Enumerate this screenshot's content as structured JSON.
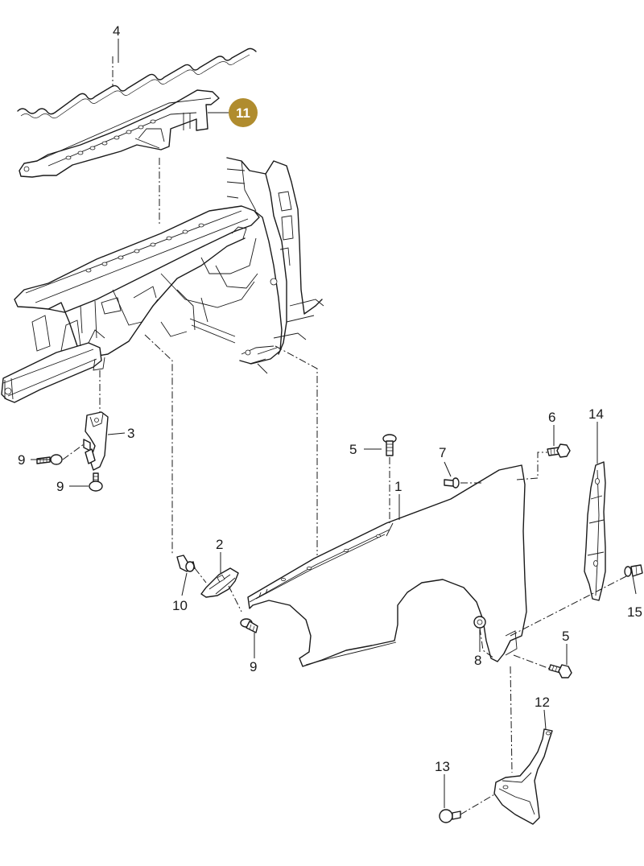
{
  "callouts": {
    "c1": "1",
    "c2": "2",
    "c3": "3",
    "c4": "4",
    "c5a": "5",
    "c5b": "5",
    "c6": "6",
    "c7": "7",
    "c8": "8",
    "c9a": "9",
    "c9b": "9",
    "c9c": "9",
    "c10": "10",
    "c11": "11",
    "c12": "12",
    "c13": "13",
    "c14": "14",
    "c15": "15"
  },
  "colors": {
    "highlight_badge": "#b08c2e",
    "line": "#1a1a1a",
    "background": "#ffffff"
  }
}
